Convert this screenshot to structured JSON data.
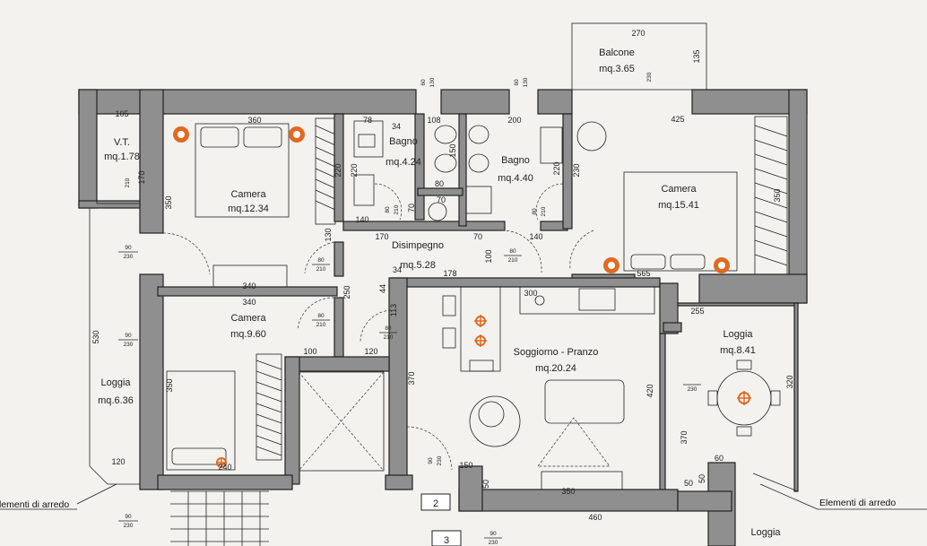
{
  "rooms": {
    "vt": {
      "name": "V.T.",
      "area": "mq.1.78"
    },
    "camera1": {
      "name": "Camera",
      "area": "mq.12.34"
    },
    "bagno1": {
      "name": "Bagno",
      "area": "mq.4.24"
    },
    "bagno2": {
      "name": "Bagno",
      "area": "mq.4.40"
    },
    "camera_master": {
      "name": "Camera",
      "area": "mq.15.41"
    },
    "balcone": {
      "name": "Balcone",
      "area": "mq.3.65"
    },
    "disimpegno": {
      "name": "Disimpegno",
      "area": "mq.5.28"
    },
    "camera2": {
      "name": "Camera",
      "area": "mq.9.60"
    },
    "soggiorno": {
      "name": "Soggiorno - Pranzo",
      "area": "mq.20.24"
    },
    "loggia1": {
      "name": "Loggia",
      "area": "mq.8.41"
    },
    "loggia2": {
      "name": "Loggia",
      "area": "mq.6.36"
    },
    "loggia3": {
      "name": "Loggia"
    }
  },
  "callouts": {
    "left": "Elementi di arredo",
    "right": "Elementi di arredo"
  },
  "labels": {
    "box2": "2",
    "box3": "3"
  },
  "dims": {
    "d270": "270",
    "d135": "135",
    "d105": "105",
    "d170": "170",
    "d360": "360",
    "d78": "78",
    "d34": "34",
    "d108": "108",
    "d200": "200",
    "d425": "425",
    "d220": "220",
    "d230": "230",
    "d350": "350",
    "d150": "150",
    "d80": "80",
    "d70": "70",
    "d140": "140",
    "d178": "178",
    "d130": "130",
    "d100": "100",
    "d340": "340",
    "d255": "255",
    "d530": "530",
    "d370": "370",
    "d120": "120",
    "d240": "240",
    "d320": "320",
    "d420": "420",
    "d44": "44",
    "d113": "113",
    "d250": "250",
    "d565": "565",
    "d300": "300",
    "d60": "60",
    "d50": "50",
    "d460": "460"
  },
  "doors": {
    "w80": "80",
    "w90": "90",
    "w60": "60",
    "h210": "210",
    "h230": "230",
    "h130": "130"
  },
  "colors": {
    "wall": "#8f8f8f",
    "light": "#e06a20",
    "paper": "#f3f2ef"
  }
}
